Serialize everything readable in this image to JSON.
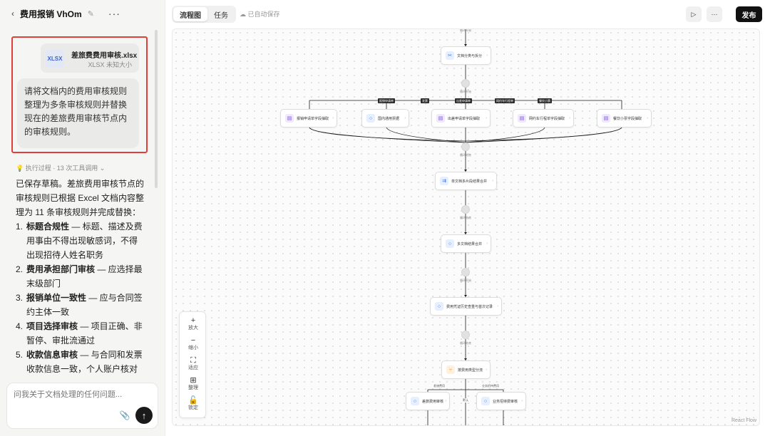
{
  "header": {
    "back_icon": "chevron-left-icon",
    "title": "费用报销 VhOm",
    "more_icon": "more-horizontal-icon"
  },
  "attachment": {
    "badge": "XLSX",
    "name": "差旅费费用审核.xlsx",
    "meta": "XLSX 未知大小"
  },
  "user_message": "请将文档内的费用审核规则整理为多条审核规则并替换现在的差旅费用审核节点内的审核规则。",
  "execution": "执行过程 · 13 次工具调用",
  "answer": {
    "intro": "已保存草稿。差旅费用审核节点的审核规则已根据 Excel 文档内容整理为 11 条审核规则并完成替换：",
    "items": [
      {
        "num": "1.",
        "title": "标题合规性",
        "desc": " — 标题、描述及费用事由不得出现敏感词，不得出现招待人姓名职务"
      },
      {
        "num": "2.",
        "title": "费用承担部门审核",
        "desc": " — 应选择最末级部门"
      },
      {
        "num": "3.",
        "title": "报销单位一致性",
        "desc": " — 应与合同签约主体一致"
      },
      {
        "num": "4.",
        "title": "项目选择审核",
        "desc": " — 项目正确、非暂停、审批流通过"
      },
      {
        "num": "5.",
        "title": "收款信息审核",
        "desc": " — 与合同和发票收款信息一致，个人账户核对"
      }
    ]
  },
  "input": {
    "placeholder": "问我关于文档处理的任何问题..."
  },
  "topbar": {
    "tabs": [
      "流程图",
      "任务"
    ],
    "active_tab": "流程图",
    "saved": "已自动保存",
    "publish": "发布"
  },
  "flow": {
    "nodes": {
      "classify": "文档分类与拆分",
      "n1": "报销申请单字段抽取",
      "n2": "国内通用票据",
      "n3": "出差申请单字段抽取",
      "n4": "网约车行程单字段抽取",
      "n5": "餐饮小票字段抽取",
      "merge_single": "单文档多片段结果合并",
      "merge_multi": "多文档结果合并",
      "history": "费用凭证历史查重与首次记录",
      "type_branch": "按费用类型分流",
      "travel_audit": "差旅费用审核",
      "entertain_audit": "业务招待费审核"
    },
    "edge_labels": [
      "报销申请单",
      "发票",
      "出差申请单",
      "网约车行程单",
      "餐饮小票"
    ],
    "branch_labels": [
      "差旅费用",
      "默认",
      "业务招待费用"
    ],
    "junction_labels": {
      "loop_start": "循环开始",
      "loop_end": "循环结束"
    }
  },
  "zoom": {
    "zoom_in": "放大",
    "zoom_out": "缩小",
    "fit": "适应",
    "arrange": "整理",
    "lock": "锁定"
  },
  "watermark": "React Flow"
}
